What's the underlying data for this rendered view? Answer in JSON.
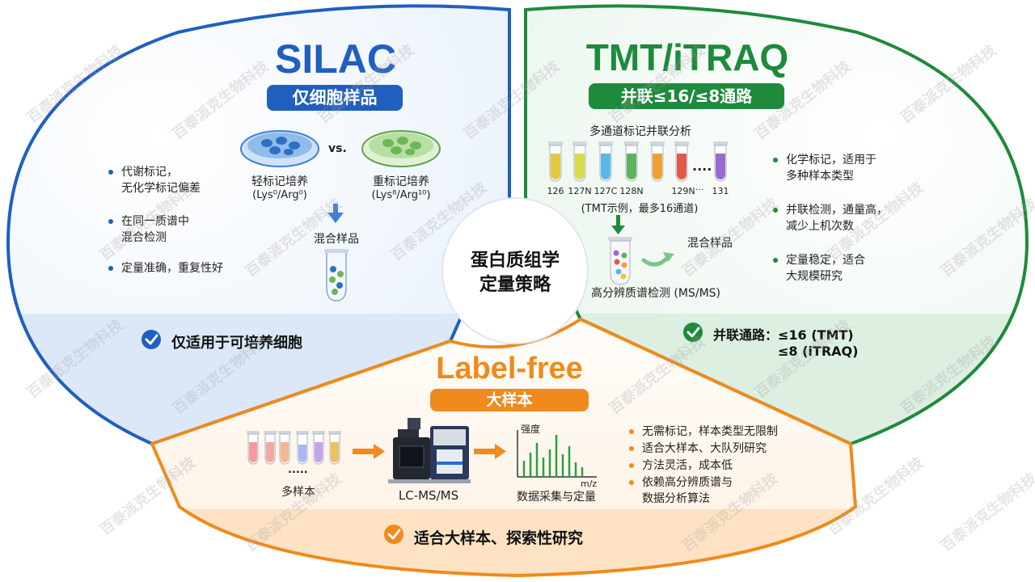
{
  "center": {
    "line1": "蛋白质组学",
    "line2": "定量策略"
  },
  "silac": {
    "title": "SILAC",
    "badge": "仅细胞样品",
    "color": "#1f5fbf",
    "light_label_1": "轻标记培养",
    "light_label_2": "(Lys⁰/Arg⁰)",
    "vs": "vs.",
    "heavy_label_1": "重标记培养",
    "heavy_label_2": "(Lys⁸/Arg¹⁰)",
    "mix_label": "混合样品",
    "bullets": [
      {
        "l1": "代谢标记，",
        "l2": "无化学标记偏差"
      },
      {
        "l1": "在同一质谱中",
        "l2": "混合检测"
      },
      {
        "l1": "定量准确，重复性好",
        "l2": ""
      }
    ],
    "footer": "仅适用于可培养细胞"
  },
  "tmt": {
    "title": "TMT/iTRAQ",
    "badge": "并联≤16/≤8通路",
    "color": "#1e8a3c",
    "multi_label": "多通道标记并联分析",
    "tubes": [
      "126",
      "127N",
      "127C",
      "128N",
      "",
      "129N",
      "",
      "131"
    ],
    "ellipsis": "....",
    "ellipsis_small": "···",
    "example": "(TMT示例，最多16通道)",
    "mix_label": "混合样品",
    "ms_label": "高分辨质谱检测 (MS/MS)",
    "bullets": [
      {
        "l1": "化学标记，适用于",
        "l2": "多种样本类型"
      },
      {
        "l1": "并联检测，通量高，",
        "l2": "减少上机次数"
      },
      {
        "l1": "定量稳定，适合",
        "l2": "大规模研究"
      }
    ],
    "footer_1": "并联通路：≤16 (TMT)",
    "footer_2": "≤8 (iTRAQ)"
  },
  "labelfree": {
    "title": "Label-free",
    "badge": "大样本",
    "color": "#f08a1c",
    "multi_label": "多样本",
    "ellipsis": ".....",
    "instrument_label": "LC-MS/MS",
    "y_axis": "强度",
    "x_axis": "m/z",
    "data_label": "数据采集与定量",
    "bullets": [
      "无需标记，样本类型无限制",
      "适合大样本、大队列研究",
      "方法灵活，成本低",
      "依赖高分辨质谱与"
    ],
    "bullet_cont": "数据分析算法",
    "footer": "适合大样本、探索性研究"
  },
  "watermark": "百泰派克生物科技"
}
